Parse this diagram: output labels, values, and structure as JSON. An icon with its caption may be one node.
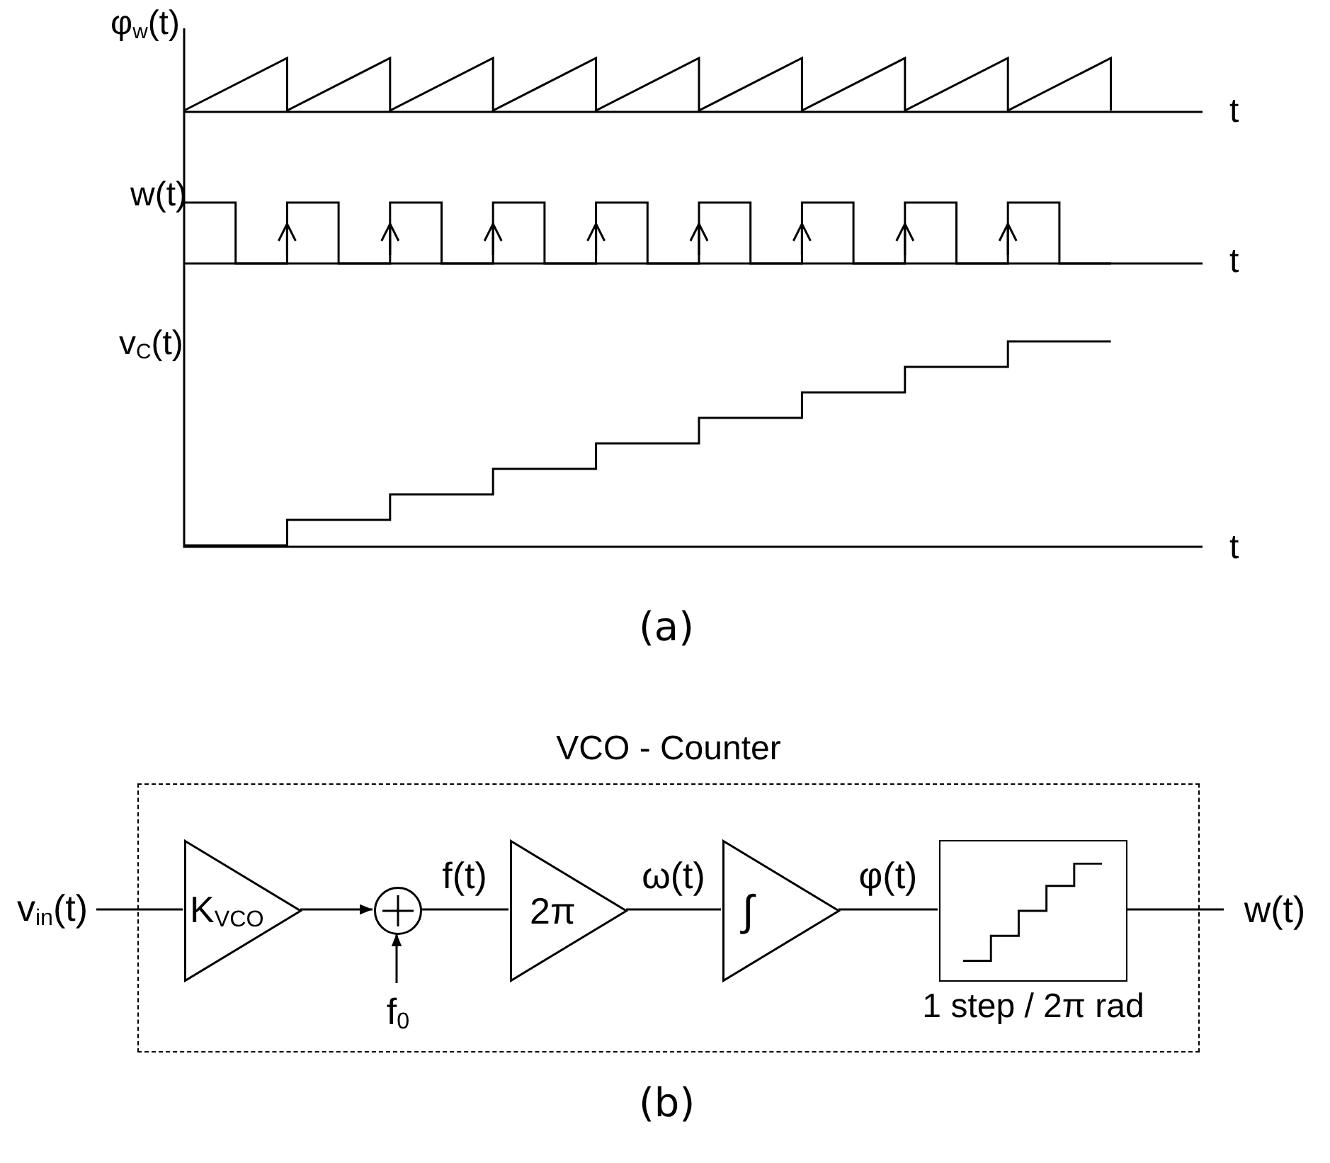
{
  "diagram": {
    "nodes": [
      {
        "text": [
          "VCO - Counter"
        ]
      },
      {
        "text": [
          "v$_{in}$(t)"
        ]
      },
      {
        "text": [
          "K$_{VCO}$"
        ],
        "in": 0
      },
      {
        "text": [],
        "shape": "circle",
        "in": 0
      },
      {
        "text": [
          "f$_{0}$"
        ],
        "in": 0
      },
      {
        "text": [
          "2π"
        ],
        "in": 0
      },
      {
        "text": [
          "∫"
        ],
        "in": 0
      },
      {
        "text": [
          "1 step / 2π rad"
        ],
        "in": 0
      },
      {
        "text": [
          "w(t)"
        ]
      }
    ],
    "edges": [
      {
        "from": 1,
        "to": 2,
        "arrow": "none"
      },
      {
        "from": 2,
        "to": 3,
        "arrow": "to"
      },
      {
        "from": 4,
        "to": 3,
        "arrow": "to"
      },
      {
        "from": 3,
        "to": 5,
        "arrow": "none",
        "label": "f(t)"
      },
      {
        "from": 5,
        "to": 6,
        "arrow": "none",
        "label": "ω(t)"
      },
      {
        "from": 6,
        "to": 7,
        "arrow": "none",
        "label": "φ(t)"
      },
      {
        "from": 7,
        "to": 8,
        "arrow": "none"
      }
    ],
    "labels": [
      "φ$_{w}$(t)",
      "t",
      "w(t)",
      "t",
      "v$_{C}$(t)",
      "t",
      "(a)",
      "(b)"
    ]
  }
}
